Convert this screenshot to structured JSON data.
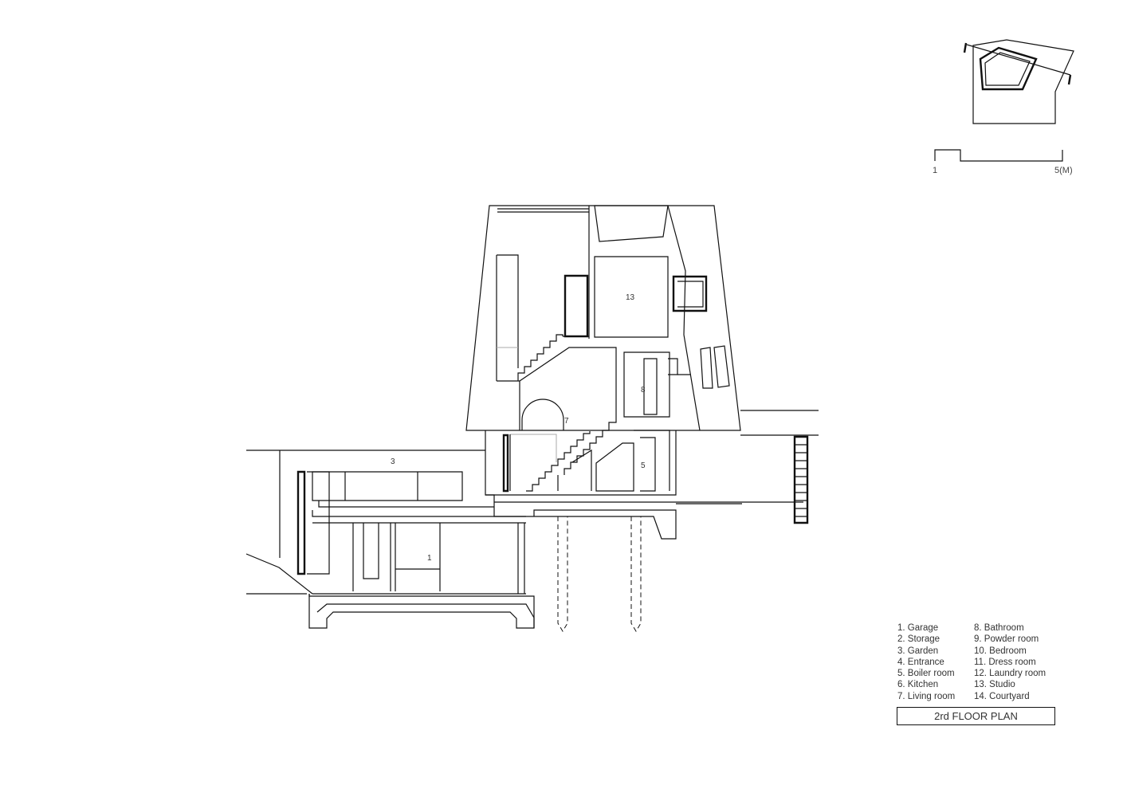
{
  "drawing": {
    "title": "2rd FLOOR PLAN",
    "scale_bar": {
      "start_label": "1",
      "end_label": "5(M)"
    },
    "room_labels": {
      "studio": "13",
      "bathroom": "8",
      "living_room": "7",
      "garden": "3",
      "boiler_room": "5",
      "garage": "1"
    },
    "legend": {
      "left": [
        "1. Garage",
        "2. Storage",
        "3. Garden",
        "4. Entrance",
        "5. Boiler room",
        "6. Kitchen",
        "7. Living room"
      ],
      "right": [
        "8. Bathroom",
        "9. Powder room",
        "10. Bedroom",
        "11. Dress  room",
        "12. Laundry room",
        "13. Studio",
        "14. Courtyard"
      ]
    }
  }
}
